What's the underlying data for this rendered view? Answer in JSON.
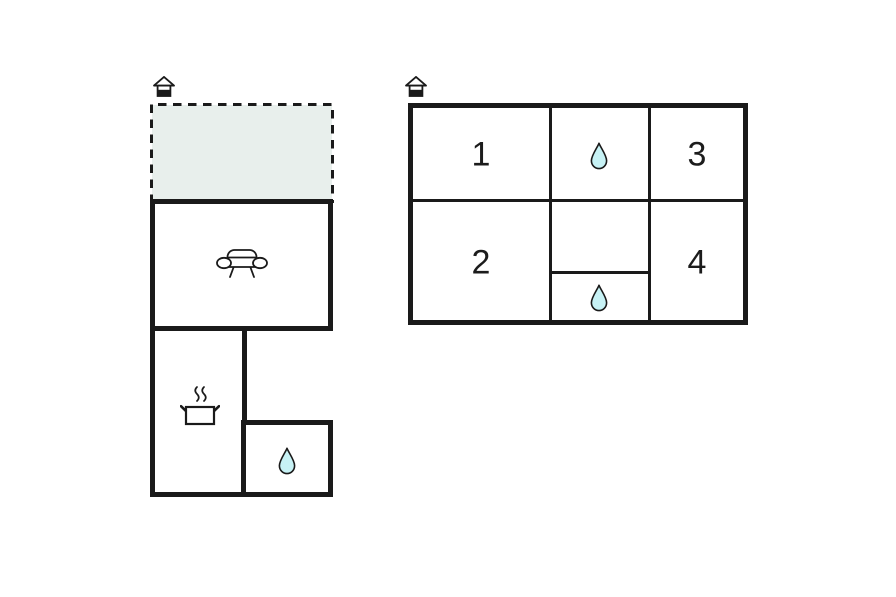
{
  "figure": {
    "kind": "floor-plan",
    "plans": [
      "ground-floor",
      "upper-floor"
    ]
  },
  "colors": {
    "wall": "#1a1a1a",
    "terrace_fill": "#e8efec",
    "drop_fill": "#c7f2f5"
  },
  "ground_floor": {
    "entrance_icon": "house-icon",
    "areas": [
      {
        "name": "terrace",
        "outline": "dashed",
        "icon": ""
      },
      {
        "name": "living-room",
        "icon": "sofa-icon"
      },
      {
        "name": "kitchen",
        "icon": "cooking-pot-icon"
      },
      {
        "name": "bathroom",
        "icon": "water-drop-icon"
      }
    ]
  },
  "upper_floor": {
    "entrance_icon": "house-icon",
    "room_labels": {
      "r1": "1",
      "r2": "2",
      "r3": "3",
      "r4": "4"
    },
    "bathrooms": [
      {
        "name": "bathroom-top",
        "icon": "water-drop-icon"
      },
      {
        "name": "bathroom-bottom",
        "icon": "water-drop-icon"
      }
    ]
  }
}
